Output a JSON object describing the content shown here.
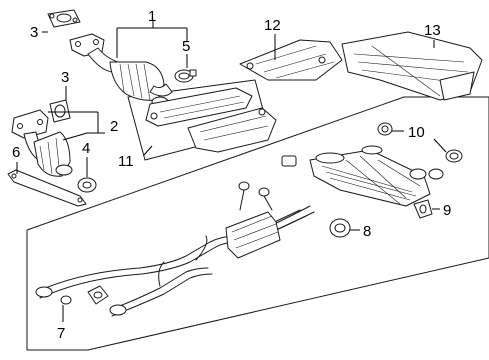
{
  "diagram": {
    "callouts": [
      {
        "id": "1",
        "text": "1"
      },
      {
        "id": "2",
        "text": "2"
      },
      {
        "id": "3a",
        "text": "3"
      },
      {
        "id": "3b",
        "text": "3"
      },
      {
        "id": "4",
        "text": "4"
      },
      {
        "id": "5",
        "text": "5"
      },
      {
        "id": "6",
        "text": "6"
      },
      {
        "id": "7",
        "text": "7"
      },
      {
        "id": "8",
        "text": "8"
      },
      {
        "id": "9",
        "text": "9"
      },
      {
        "id": "10",
        "text": "10"
      },
      {
        "id": "11",
        "text": "11"
      },
      {
        "id": "12",
        "text": "12"
      },
      {
        "id": "13",
        "text": "13"
      }
    ]
  }
}
